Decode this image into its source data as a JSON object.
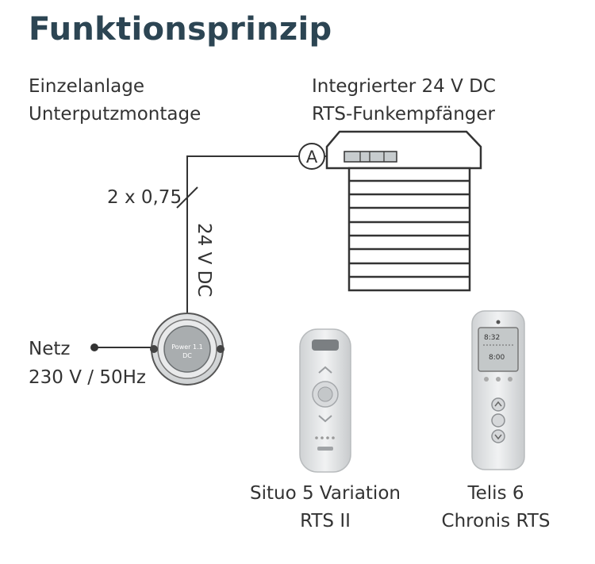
{
  "title": "Funktionsprinzip",
  "installation": {
    "line1": "Einzelanlage",
    "line2": "Unterputzmontage"
  },
  "receiver": {
    "line1": "Integrierter 24 V DC",
    "line2": "RTS-Funkempfänger"
  },
  "cable": {
    "label": "2 x 0,75",
    "voltage": "24 V DC",
    "connector": "A"
  },
  "mains": {
    "line1": "Netz",
    "line2": "230 V / 50Hz"
  },
  "power_supply": {
    "line1": "Power 1.1",
    "line2": "DC"
  },
  "remote1": {
    "line1": "Situo 5 Variation",
    "line2": "RTS II"
  },
  "remote2": {
    "line1": "Telis 6",
    "line2": "Chronis RTS"
  },
  "remote2_display": {
    "top": "8:32",
    "bottom": "8:00"
  }
}
